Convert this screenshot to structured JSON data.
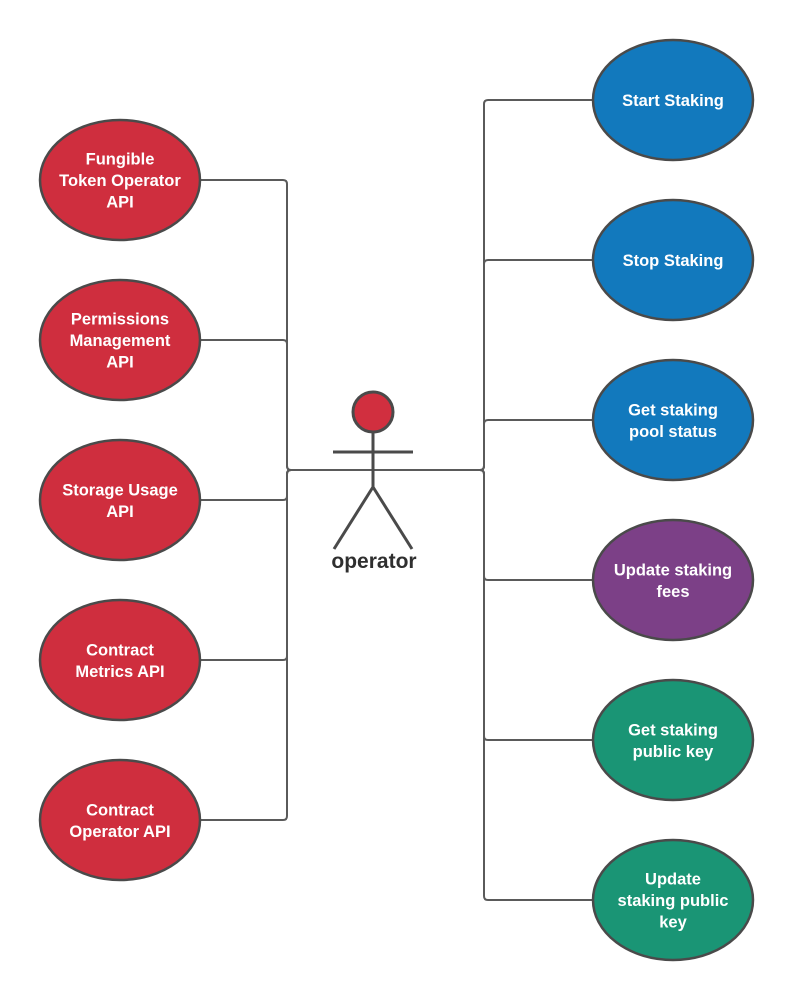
{
  "actor": {
    "label": "operator",
    "head_color": "#d12f3f"
  },
  "colors": {
    "red": "#cf2e3e",
    "blue": "#1279bd",
    "purple": "#7c4087",
    "teal": "#1a9575",
    "line": "#5a5a5a"
  },
  "left_use_cases": [
    {
      "id": "fungible-token-operator-api",
      "lines": [
        "Fungible",
        "Token Operator",
        "API"
      ],
      "color": "red"
    },
    {
      "id": "permissions-management-api",
      "lines": [
        "Permissions",
        "Management",
        "API"
      ],
      "color": "red"
    },
    {
      "id": "storage-usage-api",
      "lines": [
        "Storage Usage",
        "API"
      ],
      "color": "red"
    },
    {
      "id": "contract-metrics-api",
      "lines": [
        "Contract",
        "Metrics API"
      ],
      "color": "red"
    },
    {
      "id": "contract-operator-api",
      "lines": [
        "Contract",
        "Operator API"
      ],
      "color": "red"
    }
  ],
  "right_use_cases": [
    {
      "id": "start-staking",
      "lines": [
        "Start Staking"
      ],
      "color": "blue"
    },
    {
      "id": "stop-staking",
      "lines": [
        "Stop Staking"
      ],
      "color": "blue"
    },
    {
      "id": "get-staking-pool-status",
      "lines": [
        "Get staking",
        "pool status"
      ],
      "color": "blue"
    },
    {
      "id": "update-staking-fees",
      "lines": [
        "Update staking",
        "fees"
      ],
      "color": "purple"
    },
    {
      "id": "get-staking-public-key",
      "lines": [
        "Get staking",
        "public key"
      ],
      "color": "teal"
    },
    {
      "id": "update-staking-public-key",
      "lines": [
        "Update",
        "staking public",
        "key"
      ],
      "color": "teal"
    }
  ]
}
